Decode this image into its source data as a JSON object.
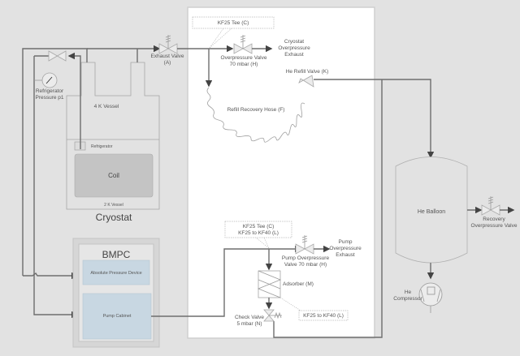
{
  "diagram": {
    "cryostat": {
      "title": "Cryostat",
      "vessel_4k": "4 K Vessel",
      "vessel_2k": "2 K Vessel",
      "refrigerator": "Refrigerator",
      "coil": "Coil"
    },
    "gauge": {
      "label_line1": "Refrigerator",
      "label_line2": "Pressure p1"
    },
    "exhaust_valve": {
      "line1": "Exhaust Valve",
      "line2": "(A)"
    },
    "kf25_tee_top": "KF25 Tee (C)",
    "overpressure_valve": {
      "line1": "Overpressure Valve",
      "line2": "70 mbar (H)"
    },
    "cryostat_exhaust": {
      "line1": "Cryostat",
      "line2": "Overpressure",
      "line3": "Exhaust"
    },
    "he_refill_valve": "He Refill Valve (K)",
    "refill_hose": "Refill Recovery Hose (F)",
    "bmpc": {
      "title": "BMPC",
      "absolute_pressure": "Absolute Pressure Device",
      "pump_cabinet": "Pump Cabinet"
    },
    "kf25_tee_bottom": {
      "line1": "KF25 Tee (C)",
      "line2": "KF25 to KF40 (L)"
    },
    "pump_overpressure_valve": {
      "line1": "Pump Overpressure",
      "line2": "Valve 70 mbar (H)"
    },
    "pump_exhaust": {
      "line1": "Pump",
      "line2": "Overpressure",
      "line3": "Exhaust"
    },
    "adsorber": "Adsorber (M)",
    "kf25_kf40": "KF25 to KF40 (L)",
    "check_valve": {
      "line1": "Check Valve",
      "line2": "5 mbar (N)"
    },
    "he_balloon": "He Balloon",
    "recovery_valve": {
      "line1": "Recovery",
      "line2": "Overpressure Valve"
    },
    "he_compressor": {
      "line1": "He",
      "line2": "Compressor"
    }
  },
  "colors": {
    "background": "#e2e2e2",
    "panel": "#ffffff",
    "bmpc_box": "#c8d7e2",
    "coil": "#c4c4c4"
  }
}
